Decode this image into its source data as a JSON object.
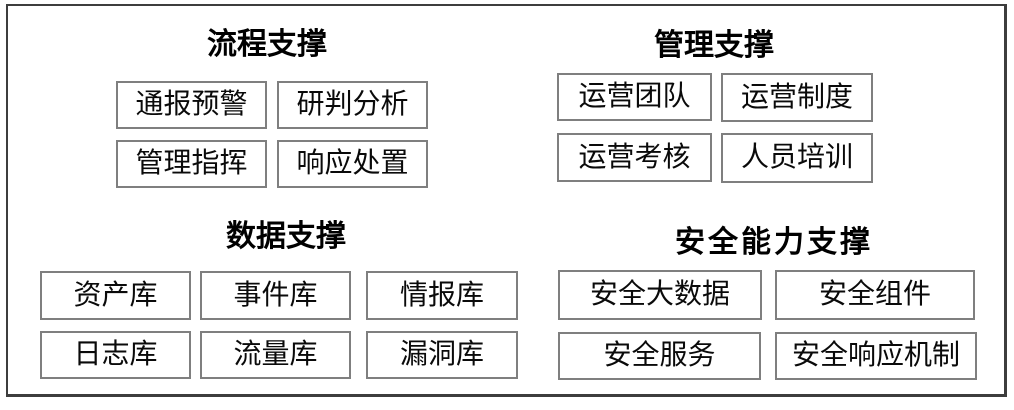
{
  "colors": {
    "background": "#ffffff",
    "frame_border": "#3d3d3d",
    "box_border": "#7f7f7f",
    "text": "#000000"
  },
  "sections": {
    "process": {
      "title": "流程支撑",
      "items": [
        "通报预警",
        "研判分析",
        "管理指挥",
        "响应处置"
      ]
    },
    "management": {
      "title": "管理支撑",
      "items": [
        "运营团队",
        "运营制度",
        "运营考核",
        "人员培训"
      ]
    },
    "data": {
      "title": "数据支撑",
      "items": [
        "资产库",
        "事件库",
        "情报库",
        "日志库",
        "流量库",
        "漏洞库"
      ]
    },
    "security": {
      "title": "安全能力支撑",
      "items": [
        "安全大数据",
        "安全组件",
        "安全服务",
        "安全响应机制"
      ]
    }
  }
}
